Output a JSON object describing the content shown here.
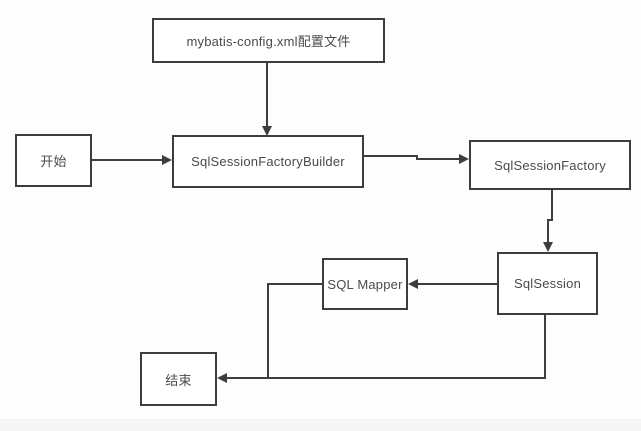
{
  "page": {
    "background_color": "#fdfdfd",
    "footer_band_color": "#f7f5f3"
  },
  "diagram": {
    "type": "flowchart",
    "stroke_color": "#3d3d3d",
    "node_fill_color": "#ffffff",
    "text_color": "#4a4a4a",
    "nodes": {
      "config": {
        "label": "mybatis-config.xml配置文件"
      },
      "start": {
        "label": "开始"
      },
      "builder": {
        "label": "SqlSessionFactoryBuilder"
      },
      "factory": {
        "label": "SqlSessionFactory"
      },
      "session": {
        "label": "SqlSession"
      },
      "mapper": {
        "label": "SQL Mapper"
      },
      "end": {
        "label": "结束"
      }
    },
    "edges": [
      {
        "from": "mybatis-config.xml配置文件",
        "to": "SqlSessionFactoryBuilder"
      },
      {
        "from": "开始",
        "to": "SqlSessionFactoryBuilder"
      },
      {
        "from": "SqlSessionFactoryBuilder",
        "to": "SqlSessionFactory"
      },
      {
        "from": "SqlSessionFactory",
        "to": "SqlSession"
      },
      {
        "from": "SqlSession",
        "to": "SQL Mapper"
      },
      {
        "from": "SQL Mapper",
        "to": "结束"
      },
      {
        "from": "SqlSession",
        "to": "结束"
      }
    ]
  }
}
